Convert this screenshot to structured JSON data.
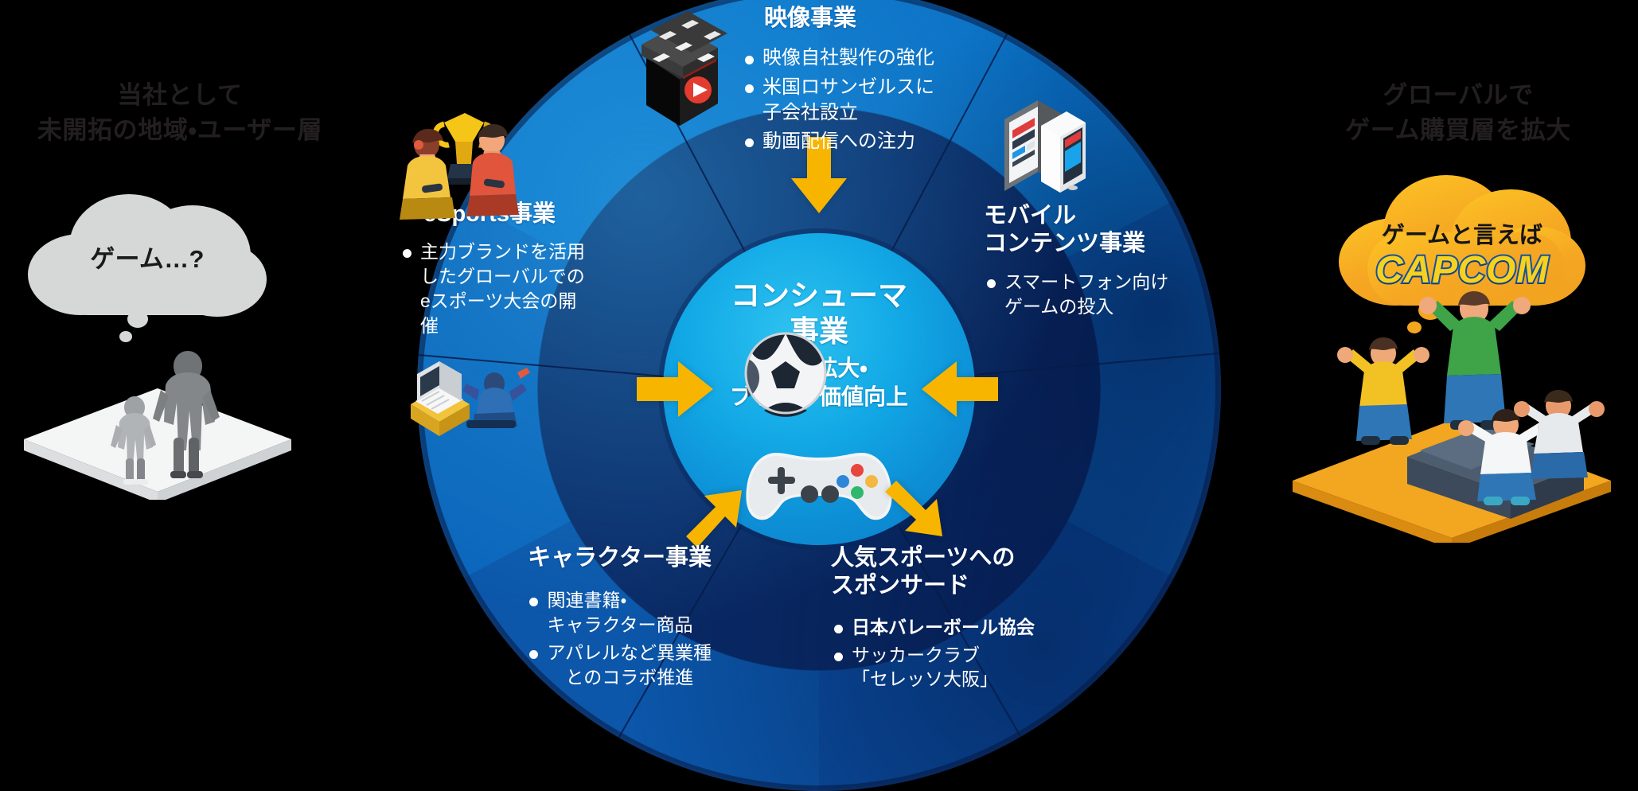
{
  "headings": {
    "left": "当社として\n未開拓の地域・ユーザー層",
    "right": "グローバルで\nゲーム購買層を拡大"
  },
  "bubbles": {
    "left_text": "ゲーム…?",
    "right_text": "ゲームと言えば",
    "right_logo": "CAPCOM"
  },
  "center": {
    "title": "コンシューマ\n事業",
    "subtitle": "認知拡大・\nブランド価値向上"
  },
  "sectors": [
    {
      "id": "video",
      "title": "映像事業",
      "icon": "clapperboard-icon",
      "bullets": [
        "映像自社製作の強化",
        "米国ロサンゼルスに\n 子会社設立",
        "動画配信への注力"
      ]
    },
    {
      "id": "mobile",
      "title": "モバイル\nコンテンツ事業",
      "icon": "smartphone-icon",
      "bullets": [
        "スマートフォン向け\n ゲームの投入"
      ]
    },
    {
      "id": "sports",
      "title": "人気スポーツへの\nスポンサード",
      "icon": "soccer-ball-icon",
      "bullets": [
        "日本バレーボール協会",
        "サッカークラブ\n「セレッソ大阪」"
      ]
    },
    {
      "id": "character",
      "title": "キャラクター事業",
      "icon": "book-figure-icon",
      "bullets": [
        "関連書籍・\nキャラクター商品",
        "アパレルなど異業種\n　とのコラボ推進"
      ]
    },
    {
      "id": "esports",
      "title": "eSports事業",
      "icon": "trophy-gamers-icon",
      "bullets": [
        "主力ブランドを活用\nしたグローバルでの\neスポーツ大会の開\n催"
      ]
    }
  ],
  "colors": {
    "background": "#000000",
    "ring_blue_light": "#0a74c9",
    "ring_blue_dark": "#0b4fa2",
    "center_cyan": "#12a9e6",
    "arrow_yellow": "#f7b500",
    "bubble_grey": "#d5d8d7",
    "bubble_orange": "#f5a623",
    "capcom_yellow": "#f6d21e",
    "capcom_blue": "#1552a0",
    "heading_text": "#231f20",
    "sector_text": "#ffffff"
  },
  "icons": {
    "bullet": "filled-circle-bullet",
    "arrow": "thick-block-arrow"
  }
}
